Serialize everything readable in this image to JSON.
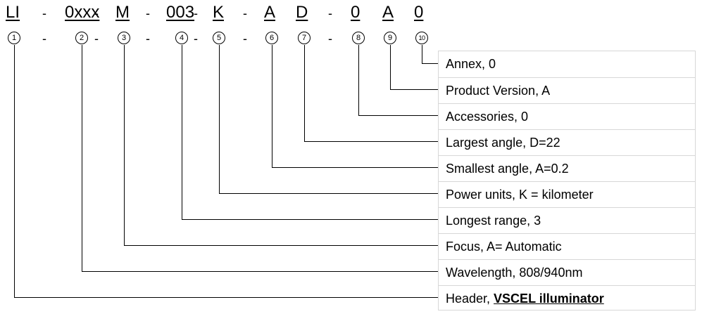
{
  "code_parts": [
    "LI",
    "0xxx",
    "M",
    "003",
    "K",
    "A",
    "D",
    "0",
    "A",
    "0"
  ],
  "separator": "-",
  "markers": [
    "1",
    "2",
    "3",
    "4",
    "5",
    "6",
    "7",
    "8",
    "9",
    "10"
  ],
  "rows": [
    {
      "label": "Annex, 0",
      "marker": "10"
    },
    {
      "label": "Product Version, A",
      "marker": "9"
    },
    {
      "label": "Accessories, 0",
      "marker": "8"
    },
    {
      "label": "Largest angle, D=22",
      "marker": "7"
    },
    {
      "label": "Smallest angle, A=0.2",
      "marker": "6"
    },
    {
      "label": "Power units, K = kilometer",
      "marker": "5"
    },
    {
      "label": "Longest range, 3",
      "marker": "4"
    },
    {
      "label": "Focus, A= Automatic",
      "marker": "3"
    },
    {
      "label": "Wavelength, 808/940nm",
      "marker": "2"
    },
    {
      "label": "Header, ",
      "marker": "1",
      "emphasis": "VSCEL illuminator"
    }
  ],
  "colors": {
    "line": "#000000",
    "grid": "#d7d7d7"
  }
}
